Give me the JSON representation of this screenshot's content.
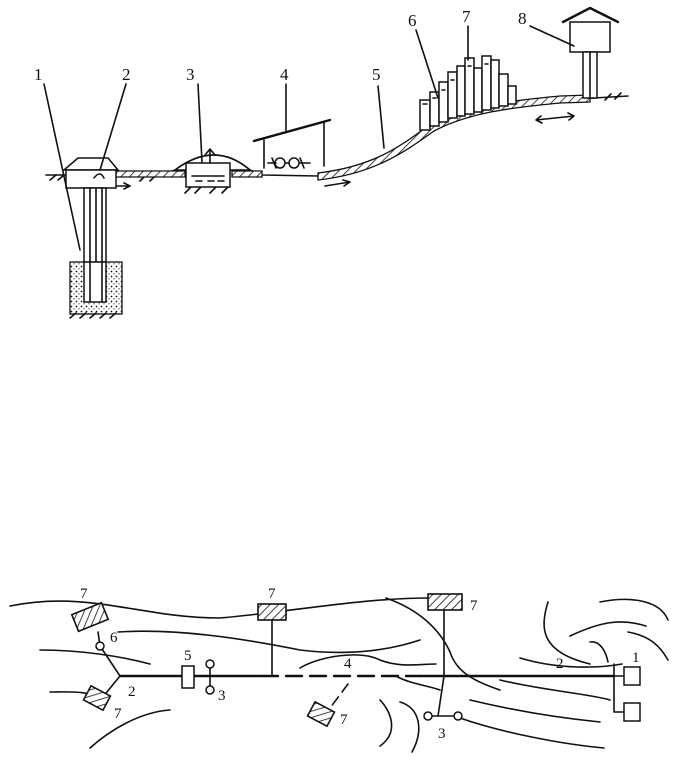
{
  "profile_labels": [
    "1",
    "2",
    "3",
    "4",
    "5",
    "6",
    "7",
    "8"
  ],
  "plan_labels": {
    "reservoir": "1",
    "trunk_main": "2",
    "station_left": "3",
    "station_center": "3",
    "distribution": "4",
    "meter": "5",
    "hydrant": "6",
    "block_top_left": "7",
    "block_bottom_left": "7",
    "block_center_top": "7",
    "block_center_bottom": "7",
    "block_top_right": "7"
  }
}
